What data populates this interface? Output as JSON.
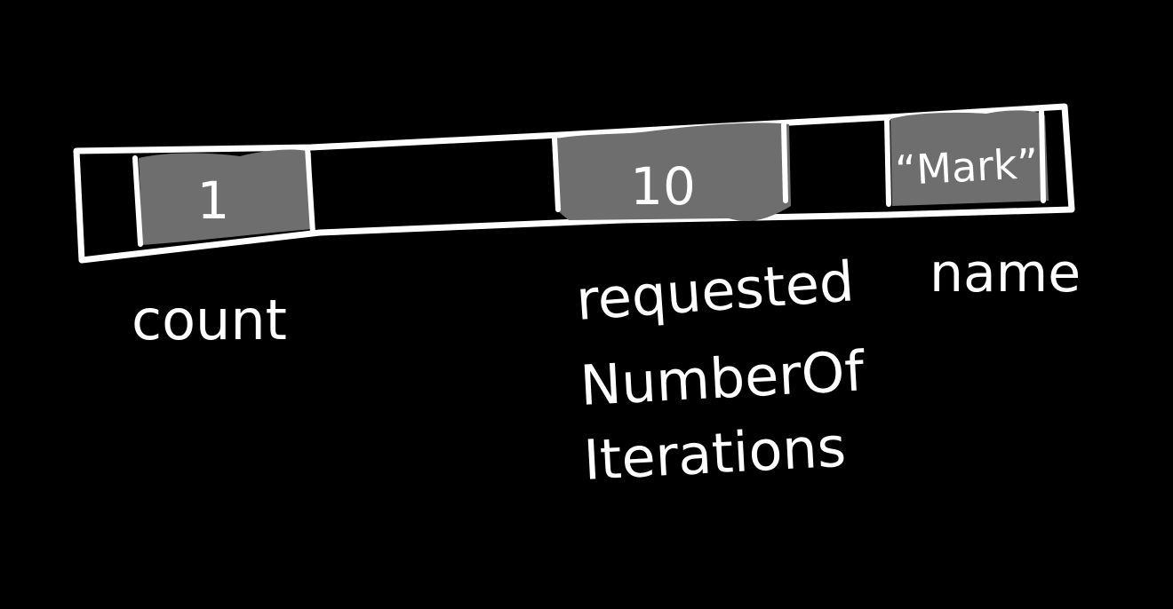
{
  "diagram": {
    "background_color": "#000000",
    "stroke_color": "#ffffff",
    "cell_fill_color": "#6e6e6e",
    "cells": [
      {
        "value": "1",
        "label": "count"
      },
      {
        "value": "10",
        "label_lines": [
          "requested",
          "NumberOf",
          "Iterations"
        ]
      },
      {
        "value": "“Mark”",
        "label": "name"
      }
    ]
  }
}
